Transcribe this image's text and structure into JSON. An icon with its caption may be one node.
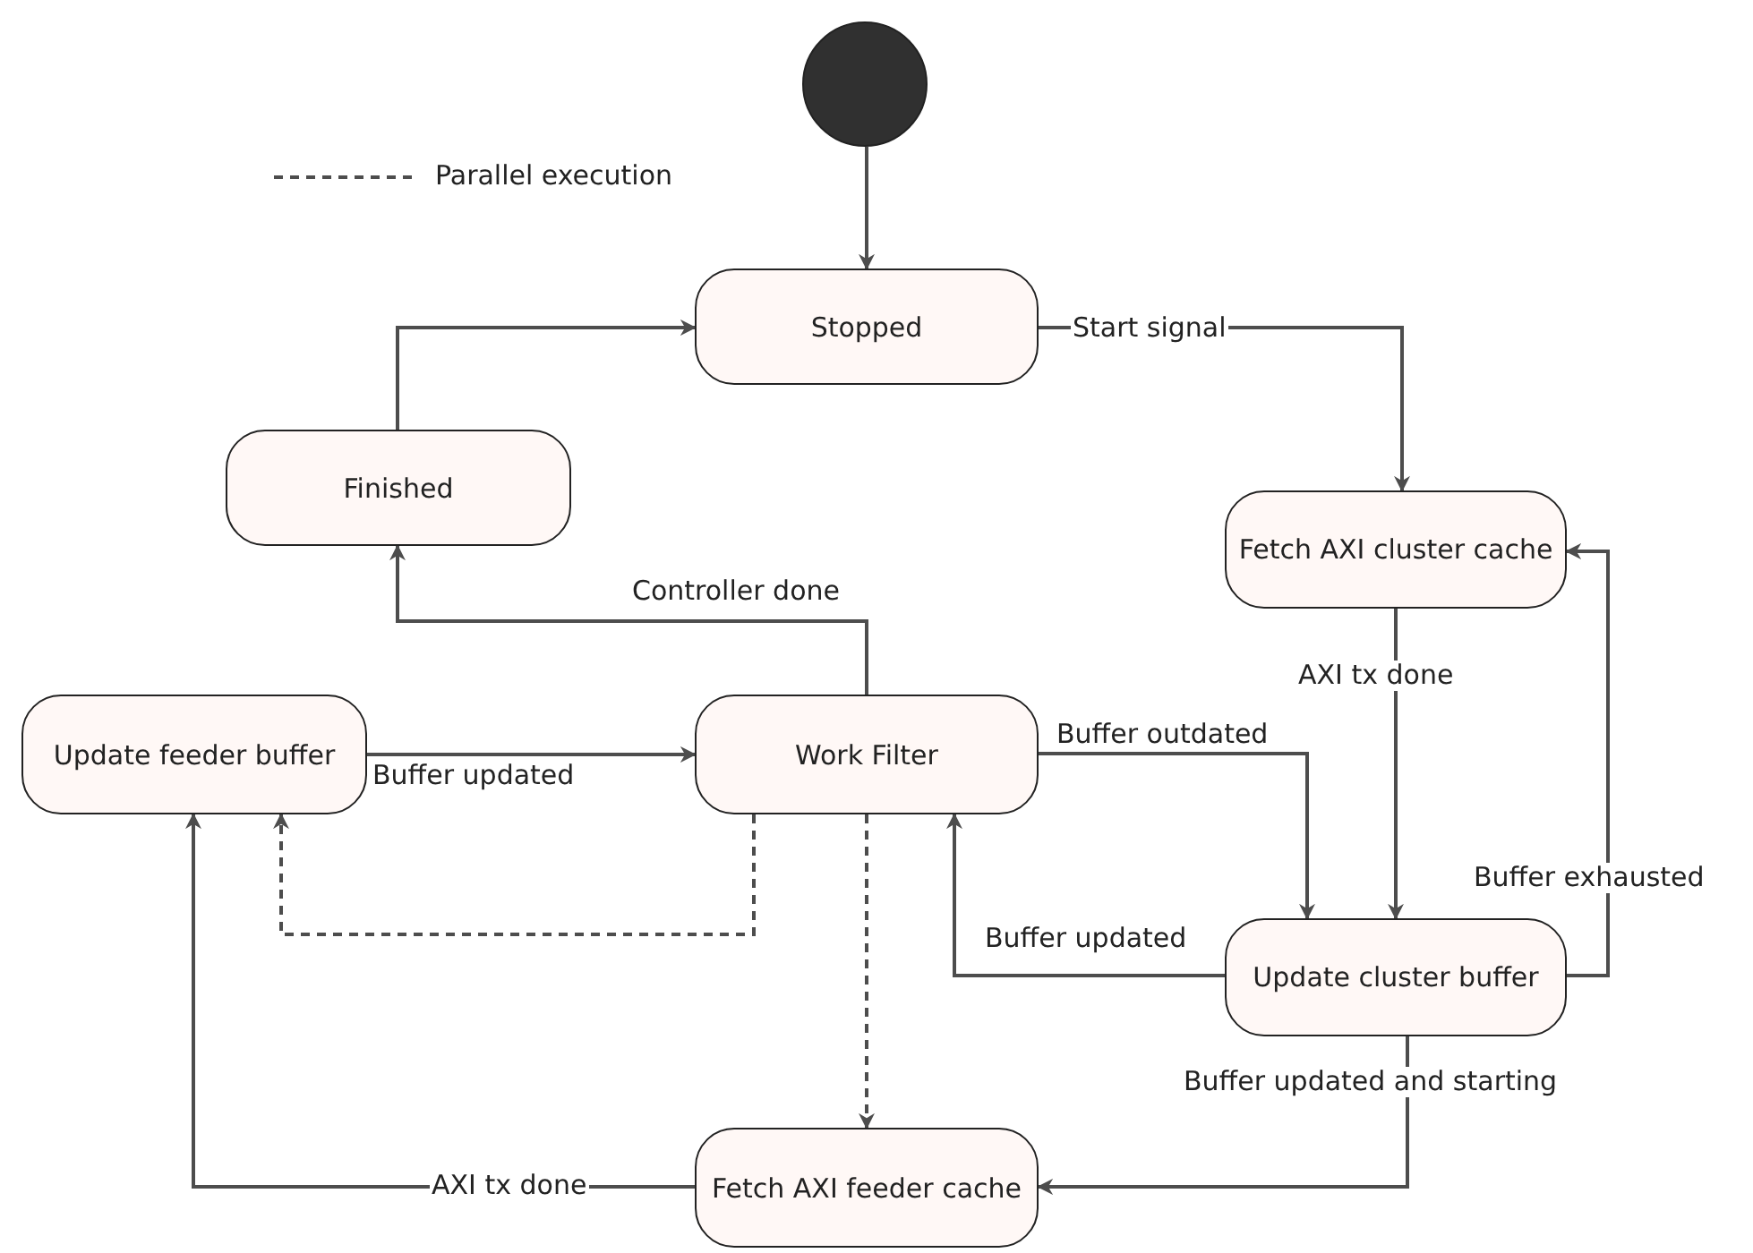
{
  "diagram": {
    "nodes": [
      {
        "text": [],
        "shape": "circle"
      },
      {
        "text": [
          "Stopped"
        ]
      },
      {
        "text": [
          "Finished"
        ]
      },
      {
        "text": [
          "Fetch AXI cluster cache"
        ]
      },
      {
        "text": [
          "Update feeder buffer"
        ]
      },
      {
        "text": [
          "Work Filter"
        ]
      },
      {
        "text": [
          "Update cluster buffer"
        ]
      },
      {
        "text": [
          "Fetch AXI feeder cache"
        ]
      }
    ],
    "edges": [
      {
        "from": 0,
        "to": 1,
        "arrow": "to"
      },
      {
        "from": 1,
        "to": 3,
        "arrow": "to",
        "label": "Start signal"
      },
      {
        "from": 2,
        "to": 1,
        "arrow": "to"
      },
      {
        "from": 5,
        "to": 2,
        "arrow": "to",
        "label": "Controller done"
      },
      {
        "from": 4,
        "to": 5,
        "arrow": "to",
        "label": "Buffer updated"
      },
      {
        "from": 5,
        "to": 6,
        "arrow": "to",
        "label": "Buffer outdated"
      },
      {
        "from": 3,
        "to": 6,
        "arrow": "to",
        "label": "AXI tx done"
      },
      {
        "from": 6,
        "to": 3,
        "arrow": "to",
        "label": "Buffer exhausted"
      },
      {
        "from": 6,
        "to": 5,
        "arrow": "to",
        "label": "Buffer updated"
      },
      {
        "from": 6,
        "to": 7,
        "arrow": "to",
        "label": "Buffer updated and starting"
      },
      {
        "from": 7,
        "to": 4,
        "arrow": "to",
        "label": "AXI tx done"
      },
      {
        "from": 5,
        "to": 4,
        "arrow": "to",
        "style": "dashed"
      },
      {
        "from": 5,
        "to": 7,
        "arrow": "to",
        "style": "dashed"
      }
    ],
    "legend": [
      {
        "text": "Parallel execution"
      }
    ]
  }
}
